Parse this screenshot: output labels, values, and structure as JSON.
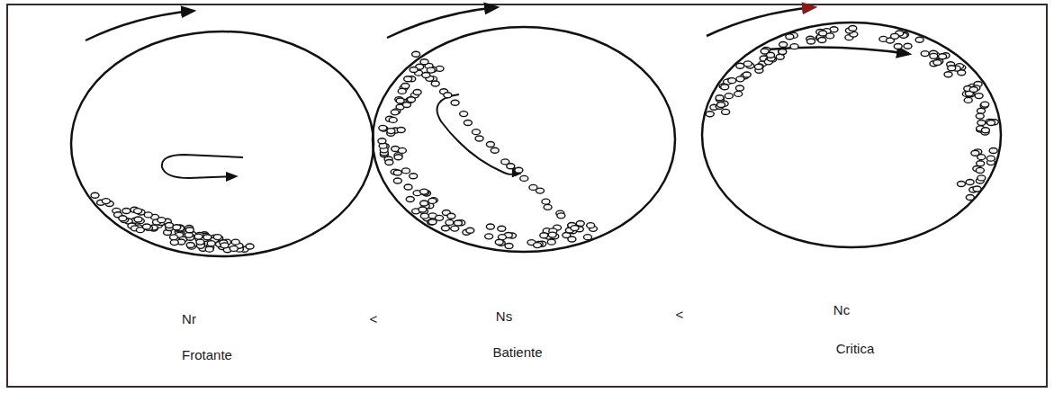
{
  "diagram": {
    "labels": [
      "Nr",
      "<",
      "Ns",
      "<",
      "Nc",
      "Frotante",
      "Batiente",
      "Critica"
    ]
  }
}
